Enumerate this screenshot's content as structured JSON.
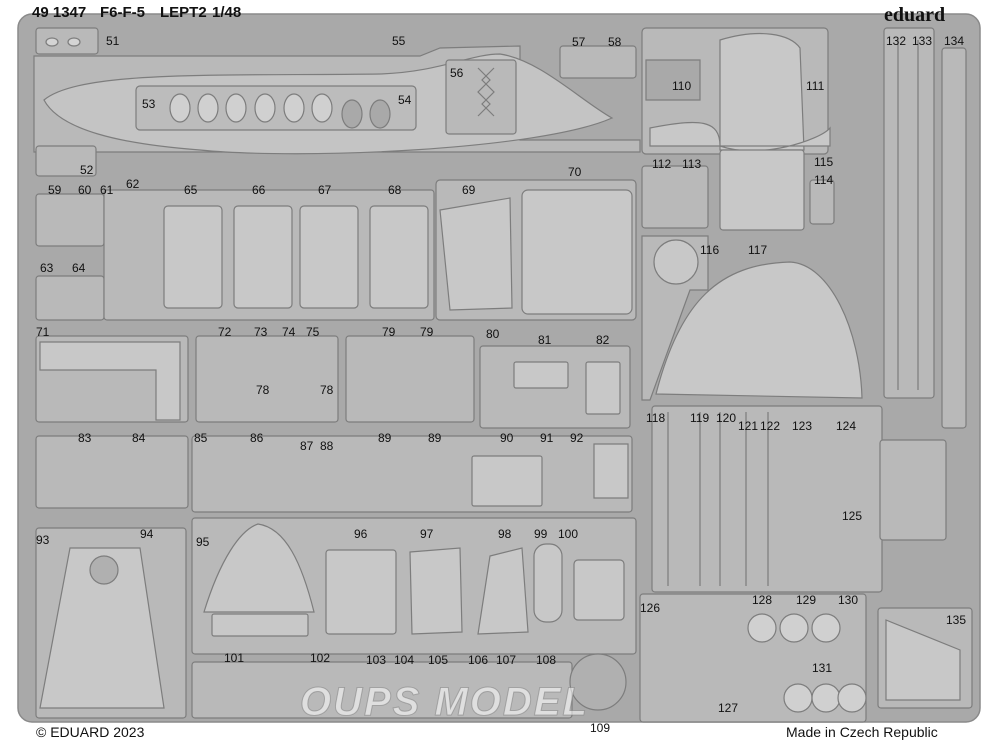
{
  "header": {
    "code": "49 1347",
    "model": "F6-F-5",
    "set": "LEPT2",
    "scale": "1/48",
    "brand": "eduard"
  },
  "footer": {
    "copyright": "© EDUARD 2023",
    "origin": "Made in Czech Republic"
  },
  "watermark": "OUPS MODEL",
  "colors": {
    "fret": "#a9a9a9",
    "part": "#b9b9b9",
    "background": "#ffffff"
  },
  "labels": [
    {
      "id": "51",
      "text": "51"
    },
    {
      "id": "55",
      "text": "55"
    },
    {
      "id": "57",
      "text": "57"
    },
    {
      "id": "58",
      "text": "58"
    },
    {
      "id": "132",
      "text": "132"
    },
    {
      "id": "133",
      "text": "133"
    },
    {
      "id": "134",
      "text": "134"
    },
    {
      "id": "56",
      "text": "56"
    },
    {
      "id": "53",
      "text": "53"
    },
    {
      "id": "54",
      "text": "54"
    },
    {
      "id": "110",
      "text": "110"
    },
    {
      "id": "111",
      "text": "111"
    },
    {
      "id": "52",
      "text": "52"
    },
    {
      "id": "112",
      "text": "112"
    },
    {
      "id": "113",
      "text": "113"
    },
    {
      "id": "115",
      "text": "115"
    },
    {
      "id": "114",
      "text": "114"
    },
    {
      "id": "70",
      "text": "70"
    },
    {
      "id": "59",
      "text": "59"
    },
    {
      "id": "60",
      "text": "60"
    },
    {
      "id": "61",
      "text": "61"
    },
    {
      "id": "62",
      "text": "62"
    },
    {
      "id": "65",
      "text": "65"
    },
    {
      "id": "66",
      "text": "66"
    },
    {
      "id": "67",
      "text": "67"
    },
    {
      "id": "68",
      "text": "68"
    },
    {
      "id": "69",
      "text": "69"
    },
    {
      "id": "116",
      "text": "116"
    },
    {
      "id": "117",
      "text": "117"
    },
    {
      "id": "63",
      "text": "63"
    },
    {
      "id": "64",
      "text": "64"
    },
    {
      "id": "71",
      "text": "71"
    },
    {
      "id": "72",
      "text": "72"
    },
    {
      "id": "73",
      "text": "73"
    },
    {
      "id": "74",
      "text": "74"
    },
    {
      "id": "75",
      "text": "75"
    },
    {
      "id": "79a",
      "text": "79"
    },
    {
      "id": "79b",
      "text": "79"
    },
    {
      "id": "80",
      "text": "80"
    },
    {
      "id": "81",
      "text": "81"
    },
    {
      "id": "82",
      "text": "82"
    },
    {
      "id": "78a",
      "text": "78"
    },
    {
      "id": "78b",
      "text": "78"
    },
    {
      "id": "118",
      "text": "118"
    },
    {
      "id": "119",
      "text": "119"
    },
    {
      "id": "120",
      "text": "120"
    },
    {
      "id": "121",
      "text": "121"
    },
    {
      "id": "122",
      "text": "122"
    },
    {
      "id": "123",
      "text": "123"
    },
    {
      "id": "124",
      "text": "124"
    },
    {
      "id": "83",
      "text": "83"
    },
    {
      "id": "84",
      "text": "84"
    },
    {
      "id": "85",
      "text": "85"
    },
    {
      "id": "86",
      "text": "86"
    },
    {
      "id": "87",
      "text": "87"
    },
    {
      "id": "88",
      "text": "88"
    },
    {
      "id": "89a",
      "text": "89"
    },
    {
      "id": "89b",
      "text": "89"
    },
    {
      "id": "90",
      "text": "90"
    },
    {
      "id": "91",
      "text": "91"
    },
    {
      "id": "92",
      "text": "92"
    },
    {
      "id": "125",
      "text": "125"
    },
    {
      "id": "93",
      "text": "93"
    },
    {
      "id": "94",
      "text": "94"
    },
    {
      "id": "95",
      "text": "95"
    },
    {
      "id": "96",
      "text": "96"
    },
    {
      "id": "97",
      "text": "97"
    },
    {
      "id": "98",
      "text": "98"
    },
    {
      "id": "99",
      "text": "99"
    },
    {
      "id": "100",
      "text": "100"
    },
    {
      "id": "126",
      "text": "126"
    },
    {
      "id": "128",
      "text": "128"
    },
    {
      "id": "129",
      "text": "129"
    },
    {
      "id": "130",
      "text": "130"
    },
    {
      "id": "135",
      "text": "135"
    },
    {
      "id": "101",
      "text": "101"
    },
    {
      "id": "102",
      "text": "102"
    },
    {
      "id": "103",
      "text": "103"
    },
    {
      "id": "104",
      "text": "104"
    },
    {
      "id": "105",
      "text": "105"
    },
    {
      "id": "106",
      "text": "106"
    },
    {
      "id": "107",
      "text": "107"
    },
    {
      "id": "108",
      "text": "108"
    },
    {
      "id": "131",
      "text": "131"
    },
    {
      "id": "127",
      "text": "127"
    },
    {
      "id": "109",
      "text": "109"
    }
  ]
}
